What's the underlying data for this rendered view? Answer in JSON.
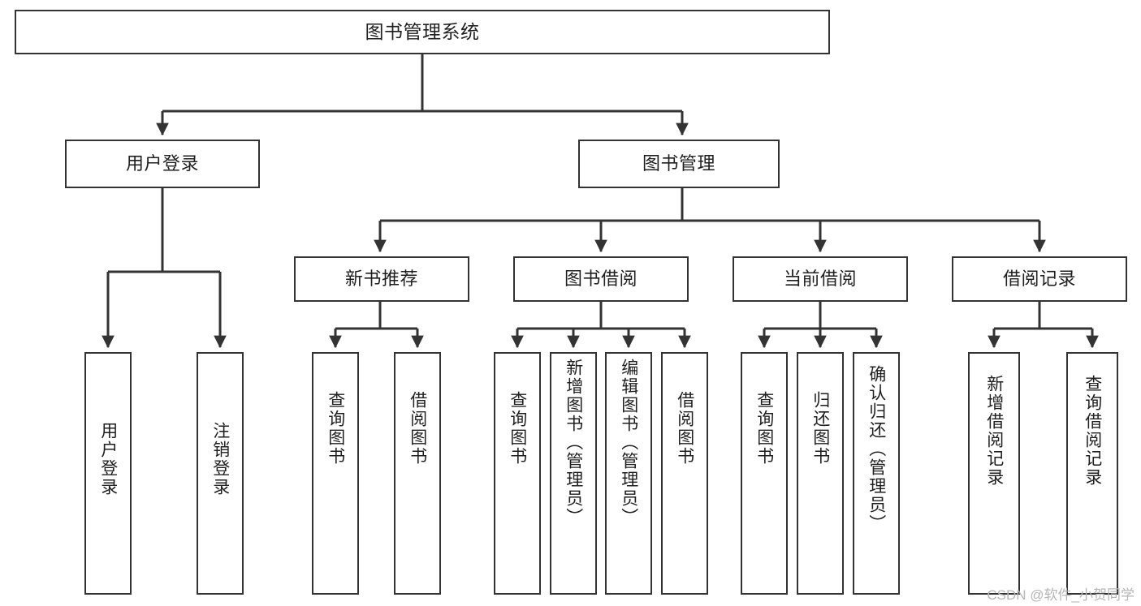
{
  "diagram": {
    "kind": "function-structure-tree",
    "title": "图书管理系统",
    "colors": {
      "box_border": "#333333",
      "box_fill": "#ffffff",
      "connector": "#333333",
      "text": "#1f1f1f",
      "watermark": "#b6b6b6",
      "background": "#ffffff"
    },
    "watermark": "CSDN @软件_小贺同学",
    "levels": {
      "level1_label": "图书管理系统",
      "level2_labels": [
        "用户登录",
        "图书管理"
      ],
      "level3_labels": [
        "新书推荐",
        "图书借阅",
        "当前借阅",
        "借阅记录"
      ]
    },
    "tree": {
      "label": "图书管理系统",
      "children": [
        {
          "label": "用户登录",
          "children": [
            {
              "label": "用户登录"
            },
            {
              "label": "注销登录"
            }
          ]
        },
        {
          "label": "图书管理",
          "children": [
            {
              "label": "新书推荐",
              "children": [
                {
                  "label": "查询图书"
                },
                {
                  "label": "借阅图书"
                }
              ]
            },
            {
              "label": "图书借阅",
              "children": [
                {
                  "label": "查询图书"
                },
                {
                  "label": "新增图书（管理员）"
                },
                {
                  "label": "编辑图书（管理员）"
                },
                {
                  "label": "借阅图书"
                }
              ]
            },
            {
              "label": "当前借阅",
              "children": [
                {
                  "label": "查询图书"
                },
                {
                  "label": "归还图书"
                },
                {
                  "label": "确认归还（管理员）"
                }
              ]
            },
            {
              "label": "借阅记录",
              "children": [
                {
                  "label": "新增借阅记录"
                },
                {
                  "label": "查询借阅记录"
                }
              ]
            }
          ]
        }
      ]
    },
    "nodes": {
      "root": "图书管理系统",
      "user_login": "用户登录",
      "book_manage": "图书管理",
      "new_book_rec": "新书推荐",
      "book_borrow": "图书借阅",
      "current_borrow": "当前借阅",
      "borrow_record": "借阅记录",
      "leaf_user_login": "用户登录",
      "leaf_user_logout": "注销登录",
      "leaf_nbr_query": "查询图书",
      "leaf_nbr_borrow": "借阅图书",
      "leaf_bb_query": "查询图书",
      "leaf_bb_add": "新增图书（管理员）",
      "leaf_bb_edit": "编辑图书（管理员）",
      "leaf_bb_borrow": "借阅图书",
      "leaf_cb_query": "查询图书",
      "leaf_cb_return": "归还图书",
      "leaf_cb_confirm": "确认归还（管理员）",
      "leaf_br_add": "新增借阅记录",
      "leaf_br_query": "查询借阅记录"
    }
  }
}
